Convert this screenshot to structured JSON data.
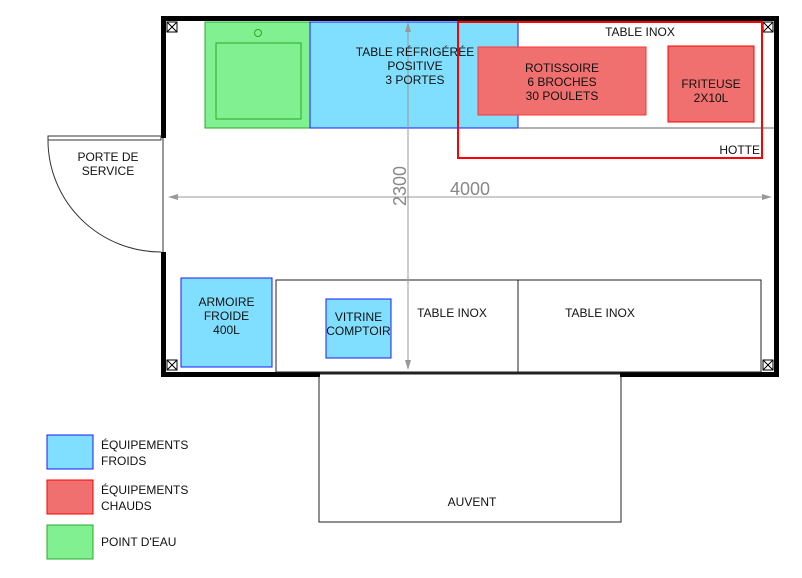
{
  "plan": {
    "door_label": [
      "PORTE DE",
      "SERVICE"
    ],
    "sink_label": "",
    "fridge_table": [
      "TABLE RÉFRIGÉRÉE",
      "POSITIVE",
      "3 PORTES"
    ],
    "table_inox_top": "TABLE INOX",
    "rotissoire": [
      "ROTISSOIRE",
      "6 BROCHES",
      "30 POULETS"
    ],
    "friteuse": [
      "FRITEUSE",
      "2X10L"
    ],
    "hotte": "HOTTE",
    "dim_width": "4000",
    "dim_depth": "2300",
    "armoire": [
      "ARMOIRE",
      "FROIDE",
      "400L"
    ],
    "vitrine": [
      "VITRINE",
      "COMPTOIR"
    ],
    "table_inox_1": "TABLE INOX",
    "table_inox_2": "TABLE INOX",
    "auvent": "AUVENT"
  },
  "legend": [
    {
      "label": [
        "ÉQUIPEMENTS",
        "FROIDS"
      ],
      "color": "#80DFFF"
    },
    {
      "label": [
        "ÉQUIPEMENTS",
        "CHAUDS"
      ],
      "color": "#F07070"
    },
    {
      "label": [
        "POINT D'EAU"
      ],
      "color": "#80F090"
    }
  ],
  "colors": {
    "cold": "#80DFFF",
    "cold_border": "#1a1aff",
    "hot": "#F07070",
    "hot_border": "#ff0000",
    "water": "#80F090",
    "water_border": "#2aa82a"
  }
}
